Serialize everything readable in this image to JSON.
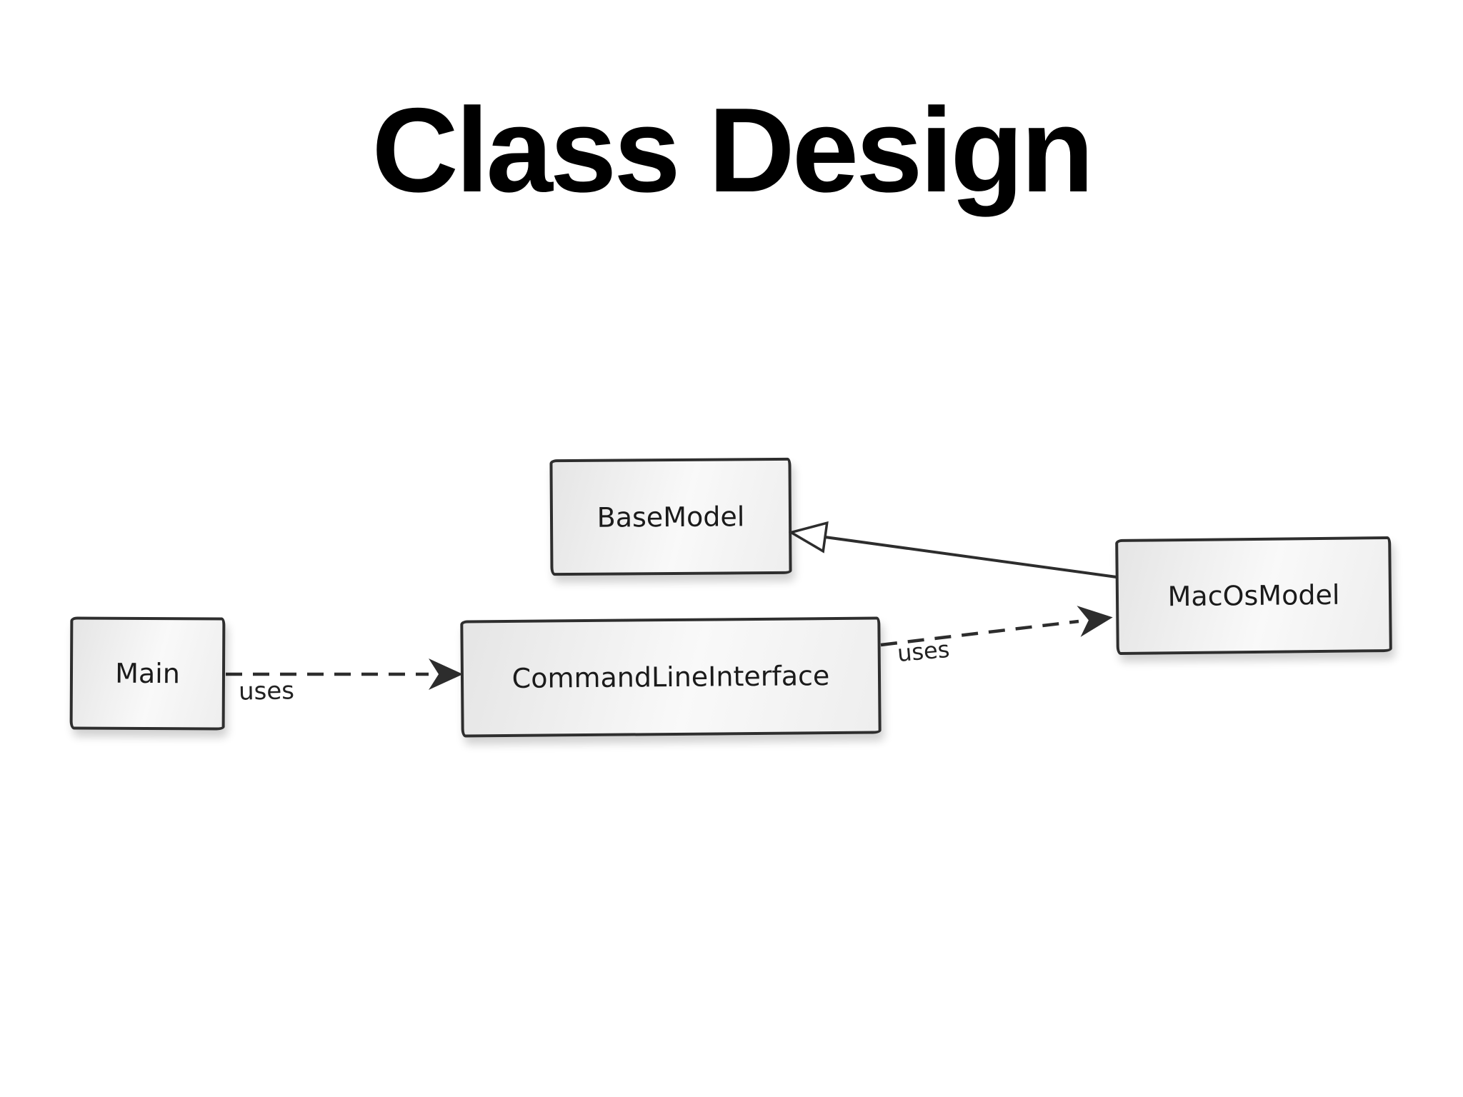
{
  "slide": {
    "title": "Class Design"
  },
  "diagram": {
    "classes": [
      {
        "id": "base-model",
        "label": "BaseModel"
      },
      {
        "id": "macos-model",
        "label": "MacOsModel"
      },
      {
        "id": "main",
        "label": "Main"
      },
      {
        "id": "command-line-interface",
        "label": "CommandLineInterface"
      }
    ],
    "edges": [
      {
        "from": "Main",
        "to": "CommandLineInterface",
        "type": "dependency",
        "style": "dashed-filled-arrow",
        "label": "uses"
      },
      {
        "from": "CommandLineInterface",
        "to": "MacOsModel",
        "type": "dependency",
        "style": "dashed-filled-arrow",
        "label": "uses"
      },
      {
        "from": "MacOsModel",
        "to": "BaseModel",
        "type": "inheritance",
        "style": "solid-hollow-triangle",
        "label": ""
      }
    ],
    "colors": {
      "background": "#ffffff",
      "box_border": "#2e2e2e",
      "box_fill_dark": "#e5e5e5",
      "box_fill_light": "#f9f9f9",
      "line": "#2d2d2d",
      "title_text": "#000000"
    }
  }
}
